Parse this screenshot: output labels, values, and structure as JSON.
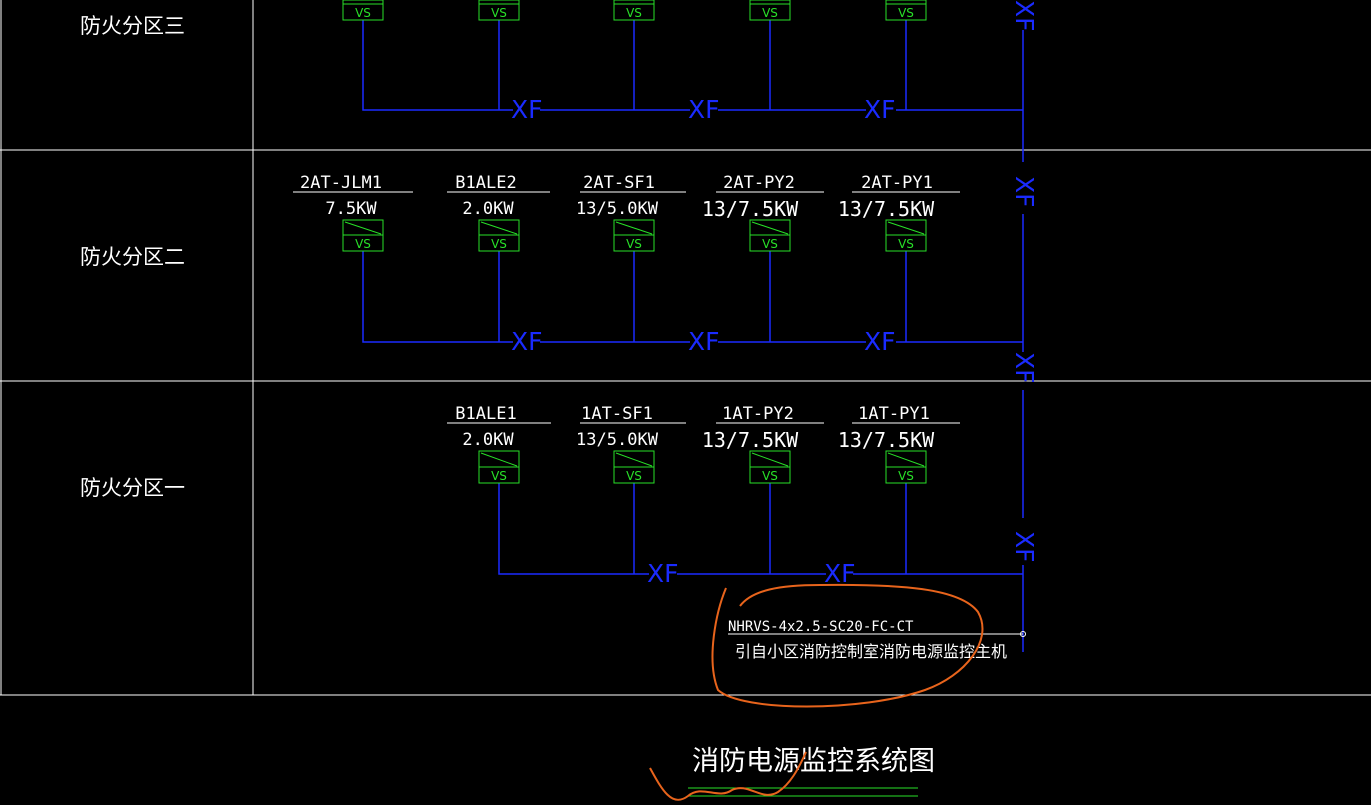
{
  "zones": [
    {
      "label": "防火分区三",
      "devices": [],
      "bus_labels": [
        "XF",
        "XF",
        "XF"
      ]
    },
    {
      "label": "防火分区二",
      "devices": [
        {
          "name": "2AT-JLM1",
          "power": "7.5KW",
          "module": "VS"
        },
        {
          "name": "B1ALE2",
          "power": "2.0KW",
          "module": "VS"
        },
        {
          "name": "2AT-SF1",
          "power": "13/5.0KW",
          "module": "VS"
        },
        {
          "name": "2AT-PY2",
          "power": "13/7.5KW",
          "module": "VS"
        },
        {
          "name": "2AT-PY1",
          "power": "13/7.5KW",
          "module": "VS"
        }
      ],
      "bus_labels": [
        "XF",
        "XF",
        "XF"
      ]
    },
    {
      "label": "防火分区一",
      "devices": [
        {
          "name": "B1ALE1",
          "power": "2.0KW",
          "module": "VS"
        },
        {
          "name": "1AT-SF1",
          "power": "13/5.0KW",
          "module": "VS"
        },
        {
          "name": "1AT-PY2",
          "power": "13/7.5KW",
          "module": "VS"
        },
        {
          "name": "1AT-PY1",
          "power": "13/7.5KW",
          "module": "VS"
        }
      ],
      "bus_labels": [
        "XF",
        "XF"
      ]
    }
  ],
  "zone3_partial_modules": [
    "VS",
    "VS",
    "VS",
    "VS",
    "VS"
  ],
  "riser_labels": [
    "XF",
    "XF",
    "XF",
    "XF"
  ],
  "source_cable": "NHRVS-4x2.5-SC20-FC-CT",
  "source_note": "引自小区消防控制室消防电源监控主机",
  "diagram_title": "消防电源监控系统图",
  "colors": {
    "background": "#000000",
    "frame": "#ffffff",
    "bus": "#1a2bff",
    "module": "#28e028",
    "markup": "#e8641c"
  }
}
